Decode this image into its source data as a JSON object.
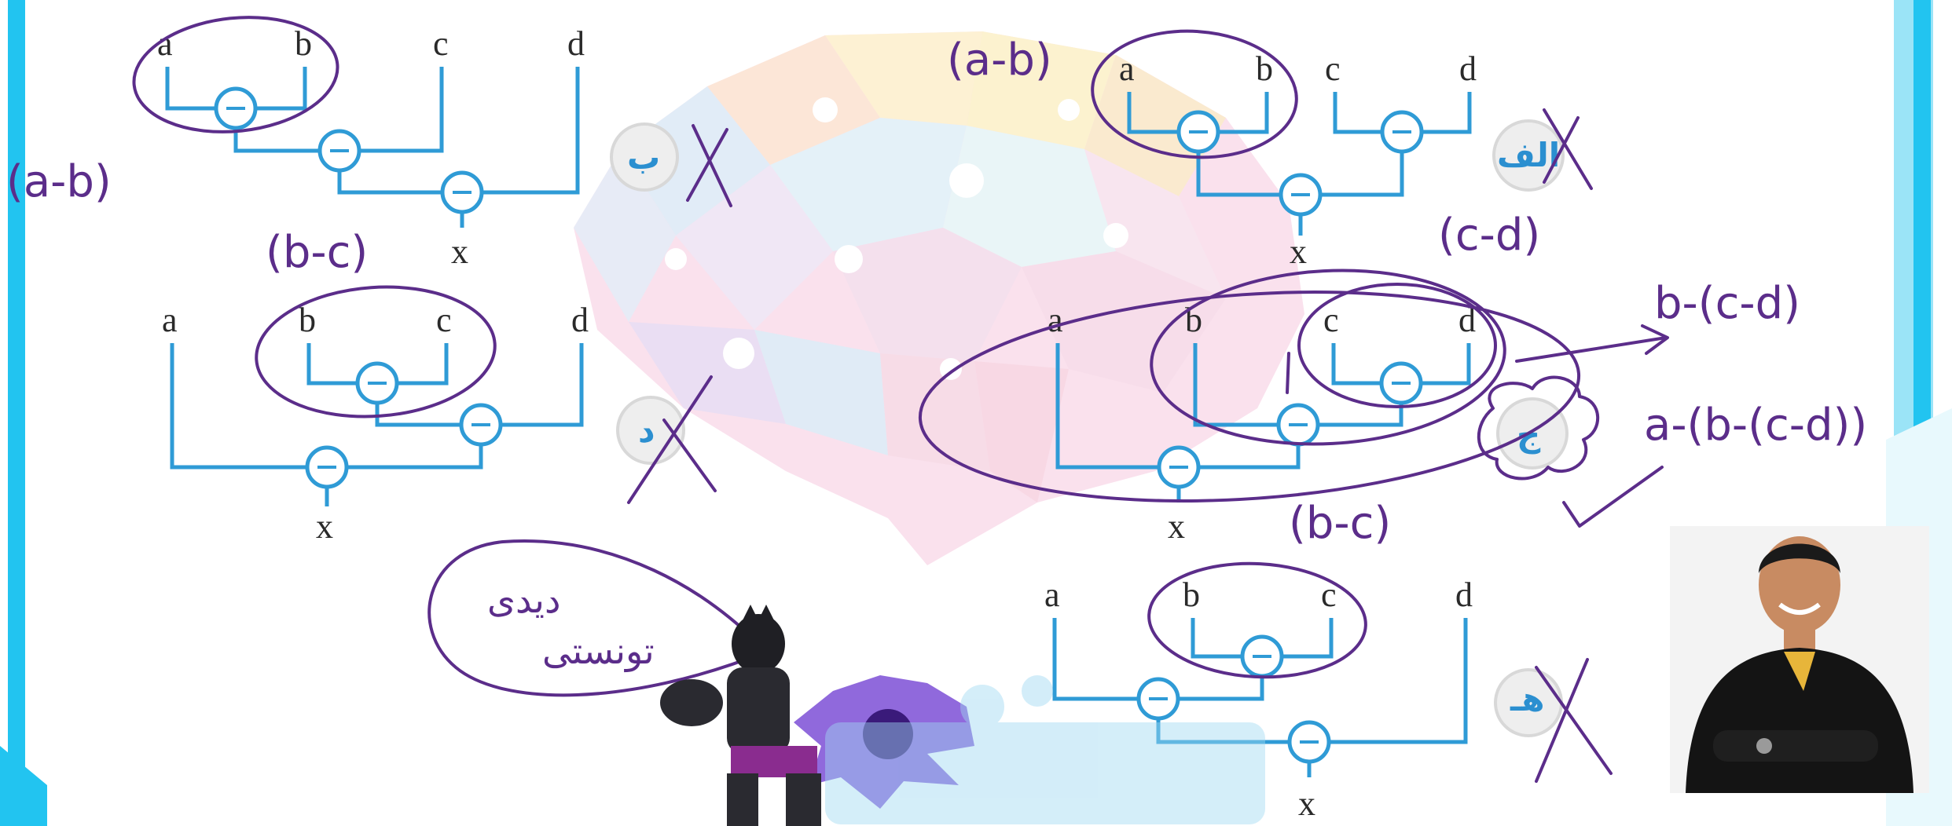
{
  "colors": {
    "wire": "#2f9bd6",
    "ink": "#5b2d8a",
    "frame": "#22c4f0",
    "option_badge": "#2b8fd0"
  },
  "trees": {
    "top_left": {
      "labels": [
        "a",
        "b",
        "c",
        "d"
      ],
      "output": "x",
      "option": "ب"
    },
    "top_right": {
      "labels": [
        "a",
        "b",
        "c",
        "d"
      ],
      "output": "x",
      "option": "الف"
    },
    "mid_left": {
      "labels": [
        "a",
        "b",
        "c",
        "d"
      ],
      "output": "x",
      "option": "د"
    },
    "mid_right": {
      "labels": [
        "a",
        "b",
        "c",
        "d"
      ],
      "output": "x",
      "option": "ج"
    },
    "bottom": {
      "labels": [
        "a",
        "b",
        "c",
        "d"
      ],
      "output": "x",
      "option": "هـ"
    }
  },
  "operator_symbol": "−",
  "annotations": {
    "top_left_expr": "(a-b)",
    "top_right_expr": "(a-b)",
    "mid_left_expr": "(b-c)",
    "mid_right_cd": "(c-d)",
    "mid_right_b": "b-(c-d)",
    "mid_right_a": "a-(b-(c-d))",
    "bottom_expr": "(b-c)",
    "speech_line1": "دیدی",
    "speech_line2": "تونستی"
  },
  "marks": {
    "cross_icon": "cross-mark",
    "check_icon": "check-mark"
  }
}
